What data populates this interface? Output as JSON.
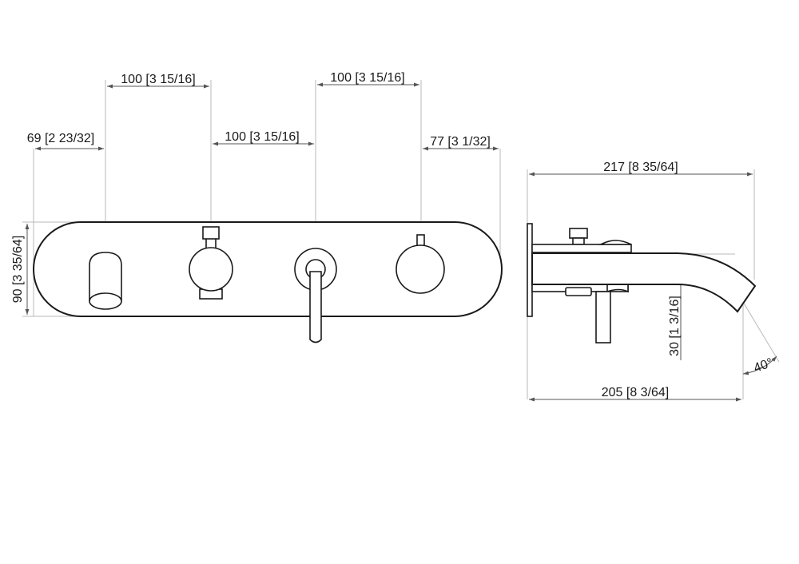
{
  "front_view": {
    "dimensions": {
      "spacing_1": "100 [3 15/16]",
      "spacing_2": "100 [3 15/16]",
      "spacing_3": "100 [3 15/16]",
      "left_offset": "69 [2 23/32]",
      "right_offset": "77 [3 1/32]",
      "plate_height": "90 [3 35/64]"
    }
  },
  "side_view": {
    "dimensions": {
      "total_length": "217 [8 35/64]",
      "spout_reach": "205 [8 3/64]",
      "spout_height": "30 [1 3/16]",
      "spout_angle": "40°"
    }
  }
}
